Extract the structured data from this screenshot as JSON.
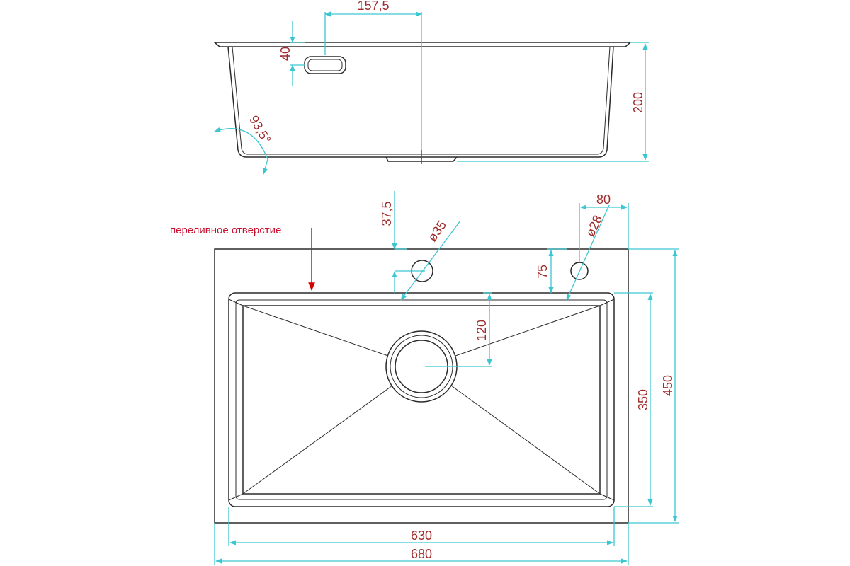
{
  "dimensions": {
    "side_offset_157_5": "157,5",
    "side_depth_40": "40",
    "side_height_200": "200",
    "side_angle": "93,5°",
    "hole_offset_37_5": "37,5",
    "hole_diameter_35": "ø35",
    "hole_offset_80": "80",
    "hole_diameter_28": "ø28",
    "hole_offset_75": "75",
    "drain_offset_120": "120",
    "bowl_height_350": "350",
    "total_height_450": "450",
    "bowl_width_630": "630",
    "total_width_680": "680"
  },
  "labels": {
    "overflow": "переливное отверстие"
  },
  "colors": {
    "outline": "#2b2b2b",
    "dimension_line": "#3cc6d0",
    "dimension_text": "#a02c2c",
    "note": "#c8102e"
  }
}
